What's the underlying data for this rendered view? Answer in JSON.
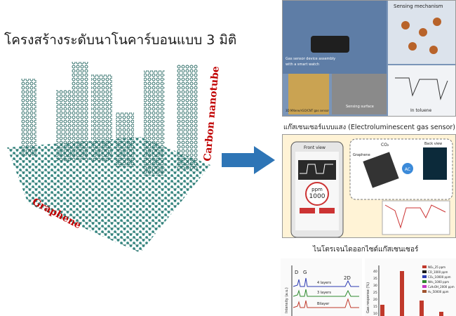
{
  "title": "โครงสร้างระดับนาโนคาร์บอนแบบ 3 มิติ",
  "labels": {
    "graphene": "Graphene",
    "cnt": "Carbon nanotube"
  },
  "top_panel": {
    "device_caption_1": "Gas sensor device assembly",
    "device_caption_2": "with a smart watch",
    "mechanism": "Sensing mechanism",
    "surface": "Sensing surface",
    "substrate": "3D MXene/rGO/CNT gas sensor",
    "toluene": "In toluene"
  },
  "el_caption": "แก๊สเซนเซอร์แบบแสง (Electroluminescent gas sensor)",
  "mid_panel": {
    "front_view": "Front view",
    "back_view": "Back view",
    "ppm": "ppm",
    "ppm_value": "1000",
    "co2": "CO₂",
    "ac": "AC",
    "graphene": "Graphene"
  },
  "no2_caption": "ไนโตรเจนไดออกไซด์แก๊สเซนเซอร์",
  "raman": {
    "peaks": [
      "D",
      "G",
      "2D"
    ],
    "layers": [
      "4 layers",
      "3 layers",
      "Bilayer"
    ],
    "ylabel": "Intensity (a.u.)"
  },
  "response": {
    "ylabel": "Gas response (%)",
    "ticks": [
      "40",
      "35",
      "30",
      "25",
      "20",
      "15",
      "10"
    ],
    "legend": [
      "NO₂_25 ppm",
      "CO_1000 ppm",
      "CO₂_10000 ppm",
      "NH₃_1000 ppm",
      "C₂H₅OH_2000 ppm",
      "H₂_50000 ppm"
    ],
    "legend_colors": [
      "#c0392b",
      "#1a1a1a",
      "#2d3bb3",
      "#2d8a2d",
      "#c436c4",
      "#a0522d"
    ]
  },
  "colors": {
    "sphere": "#3a8c86",
    "arrow": "#2e75b6",
    "label_red": "#c00000"
  }
}
